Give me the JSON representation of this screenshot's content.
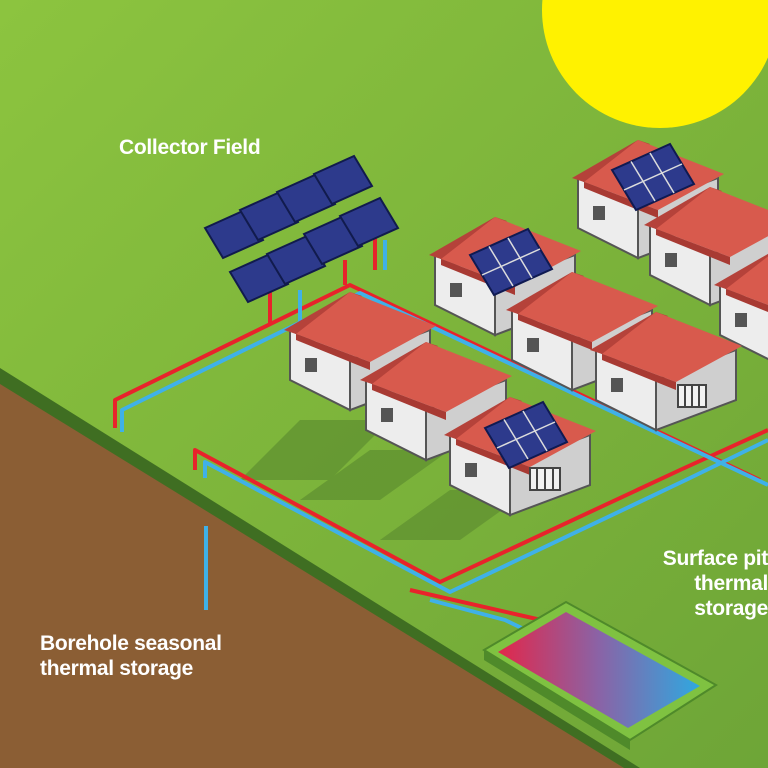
{
  "labels": {
    "collector_field": "Collector Field",
    "surface_pit": [
      "Surface pit",
      "thermal",
      "storage"
    ],
    "borehole": [
      "Borehole seasonal",
      "thermal storage"
    ]
  },
  "colors": {
    "grass_light": "#8cc43f",
    "grass_dark": "#6ea537",
    "soil": "#8b5e34",
    "soil_edge": "#3f6e22",
    "sun": "#fff200",
    "roof": "#d85a4d",
    "wall": "#e6e6e6",
    "panel": "#2d3a8c",
    "hot_pipe": "#e8232b",
    "cold_pipe": "#3fb1e8"
  },
  "icons": [
    "sun",
    "solar-collector",
    "house",
    "radiator",
    "faucet",
    "borehole",
    "thermal-pit"
  ]
}
